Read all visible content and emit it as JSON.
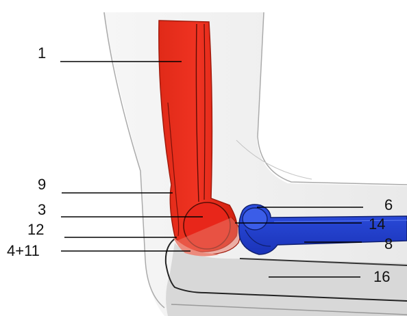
{
  "colors": {
    "humerus": "#e8261a",
    "humerus_outline": "#7a1008",
    "forearm_bone": "#1f3fcf",
    "forearm_bone_outline": "#0f1f6e",
    "arm_skin": "#f1f1f1",
    "skin_outline": "#9a9a9a",
    "ulna_gray": "#d9d9d9",
    "leader_line": "#000000"
  },
  "labels": {
    "l1": "1",
    "l9": "9",
    "l3": "3",
    "l12": "12",
    "l4_11": "4+11",
    "l6": "6",
    "l14": "14",
    "l8": "8",
    "l16": "16"
  }
}
